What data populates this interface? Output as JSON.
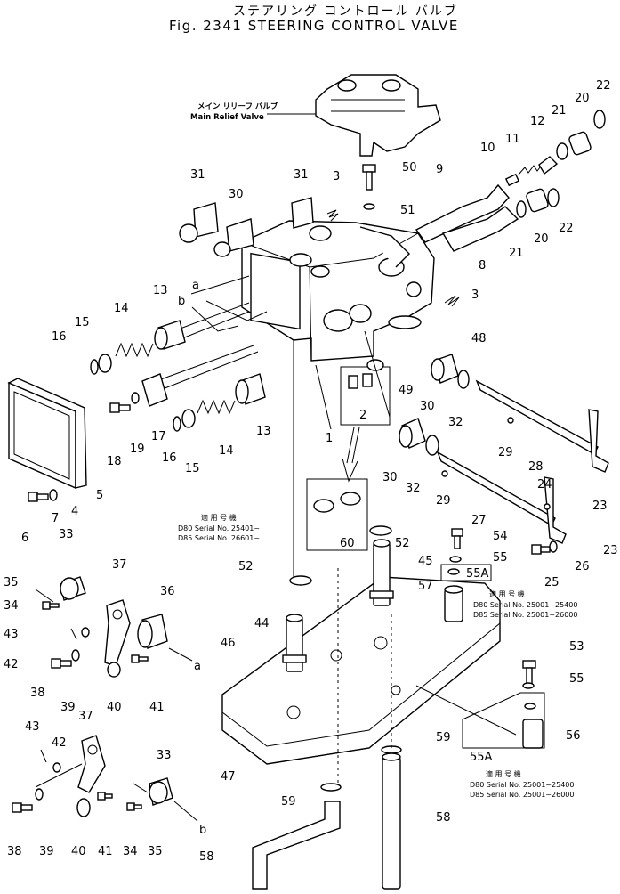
{
  "title": {
    "japanese": "ステアリング コントロール バルブ",
    "english": "Fig. 2341  STEERING CONTROL VALVE"
  },
  "callouts": {
    "main_relief_jp": "メイン リリーフ バルブ",
    "main_relief_en": "Main Relief Valve"
  },
  "serial_notes": {
    "note1": {
      "jp": "適 用 号 機",
      "line1": "D80 Serial No. 25401~",
      "line2": "D85 Serial No. 26601~"
    },
    "note2": {
      "jp": "適 用 号 機",
      "line1": "D80 Serial No. 25001~25400",
      "line2": "D85 Serial No. 25001~26000"
    },
    "note3": {
      "jp": "適 用 号 機",
      "line1": "D80 Serial No. 25001~25400",
      "line2": "D85 Serial No. 25001~26000"
    }
  },
  "letters": {
    "a": "a",
    "b": "b"
  },
  "part_numbers": {
    "p1": "1",
    "p2": "2",
    "p3a": "3",
    "p3b": "3",
    "p4": "4",
    "p5": "5",
    "p6": "6",
    "p7": "7",
    "p8": "8",
    "p9": "9",
    "p10": "10",
    "p11": "11",
    "p12": "12",
    "p13a": "13",
    "p13b": "13",
    "p14a": "14",
    "p14b": "14",
    "p15a": "15",
    "p15b": "15",
    "p16a": "16",
    "p16b": "16",
    "p17": "17",
    "p18": "18",
    "p19": "19",
    "p20a": "20",
    "p20b": "20",
    "p21a": "21",
    "p21b": "21",
    "p22a": "22",
    "p22b": "22",
    "p23a": "23",
    "p23b": "23",
    "p24": "24",
    "p25": "25",
    "p26": "26",
    "p27": "27",
    "p28": "28",
    "p29a": "29",
    "p29b": "29",
    "p30a": "30",
    "p30b": "30",
    "p30c": "30",
    "p31a": "31",
    "p31b": "31",
    "p32a": "32",
    "p32b": "32",
    "p33a": "33",
    "p33b": "33",
    "p34a": "34",
    "p34b": "34",
    "p35a": "35",
    "p35b": "35",
    "p36": "36",
    "p37a": "37",
    "p37b": "37",
    "p38a": "38",
    "p38b": "38",
    "p39a": "39",
    "p39b": "39",
    "p40a": "40",
    "p40b": "40",
    "p41a": "41",
    "p41b": "41",
    "p42a": "42",
    "p42b": "42",
    "p43a": "43",
    "p43b": "43",
    "p44": "44",
    "p45": "45",
    "p46": "46",
    "p47": "47",
    "p48": "48",
    "p49": "49",
    "p50": "50",
    "p51": "51",
    "p52a": "52",
    "p52b": "52",
    "p53": "53",
    "p54": "54",
    "p55a": "55",
    "p55b": "55",
    "p55A1": "55A",
    "p55A2": "55A",
    "p56": "56",
    "p57": "57",
    "p58a": "58",
    "p58b": "58",
    "p59a": "59",
    "p59b": "59",
    "p60": "60"
  }
}
